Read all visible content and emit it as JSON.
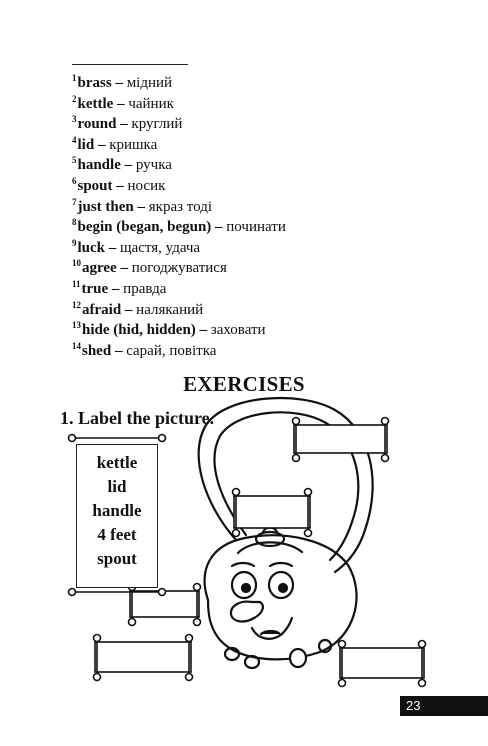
{
  "glossary": [
    {
      "n": "1",
      "term": "brass",
      "sep": " – ",
      "tr": "мідний"
    },
    {
      "n": "2",
      "term": "kettle",
      "sep": " – ",
      "tr": "чайник"
    },
    {
      "n": "3",
      "term": "round",
      "sep": " – ",
      "tr": "круглий"
    },
    {
      "n": "4",
      "term": "lid",
      "sep": " – ",
      "tr": "кришка"
    },
    {
      "n": "5",
      "term": "handle",
      "sep": " – ",
      "tr": "ручка"
    },
    {
      "n": "6",
      "term": "spout",
      "sep": " – ",
      "tr": "носик"
    },
    {
      "n": "7",
      "term": "just then",
      "sep": " – ",
      "tr": "якраз тоді"
    },
    {
      "n": "8",
      "term": "begin (began, begun)",
      "sep": " – ",
      "tr": "починати"
    },
    {
      "n": "9",
      "term": "luck",
      "sep": " – ",
      "tr": "щастя, удача"
    },
    {
      "n": "10",
      "term": "agree",
      "sep": " – ",
      "tr": "погоджуватися"
    },
    {
      "n": "11",
      "term": "true",
      "sep": " – ",
      "tr": "правда"
    },
    {
      "n": "12",
      "term": "afraid",
      "sep": " – ",
      "tr": "наляканий"
    },
    {
      "n": "13",
      "term": "hide (hid, hidden)",
      "sep": " – ",
      "tr": "заховати"
    },
    {
      "n": "14",
      "term": "shed",
      "sep": " – ",
      "tr": "сарай, повітка"
    }
  ],
  "exercises_heading": "EXERCISES",
  "task_1": "1. Label the picture.",
  "word_box": [
    "kettle",
    "lid",
    "handle",
    "4 feet",
    "spout"
  ],
  "page_number": "23"
}
